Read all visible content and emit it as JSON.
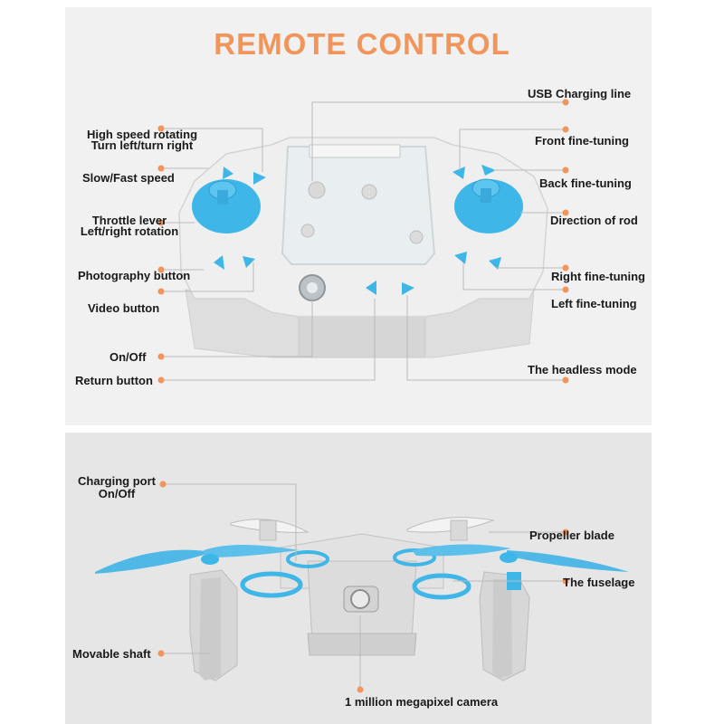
{
  "title": "REMOTE CONTROL",
  "remote_labels": {
    "high_speed_rotating": "High speed rotating",
    "turn_left_right": "Turn left/turn right",
    "slow_fast_speed": "Slow/Fast speed",
    "throttle_lever": "Throttle lever",
    "left_right_rotation": "Left/right rotation",
    "photography_button": "Photography button",
    "video_button": "Video button",
    "on_off": "On/Off",
    "return_button": "Return button",
    "usb_charging_line": "USB Charging line",
    "front_fine_tuning": "Front fine-tuning",
    "back_fine_tuning": "Back fine-tuning",
    "direction_of_rod": "Direction of rod",
    "right_fine_tuning": "Right fine-tuning",
    "left_fine_tuning": "Left fine-tuning",
    "headless_mode": "The headless mode"
  },
  "drone_labels": {
    "charging_port": "Charging port",
    "on_off": "On/Off",
    "propeller_blade": "Propeller blade",
    "fuselage": "The fuselage",
    "movable_shaft": "Movable shaft",
    "camera": "1 million megapixel camera"
  },
  "colors": {
    "accent_orange": "#f1955a",
    "button_blue": "#3fb6e8",
    "body_gray": "#e8e8e8"
  }
}
